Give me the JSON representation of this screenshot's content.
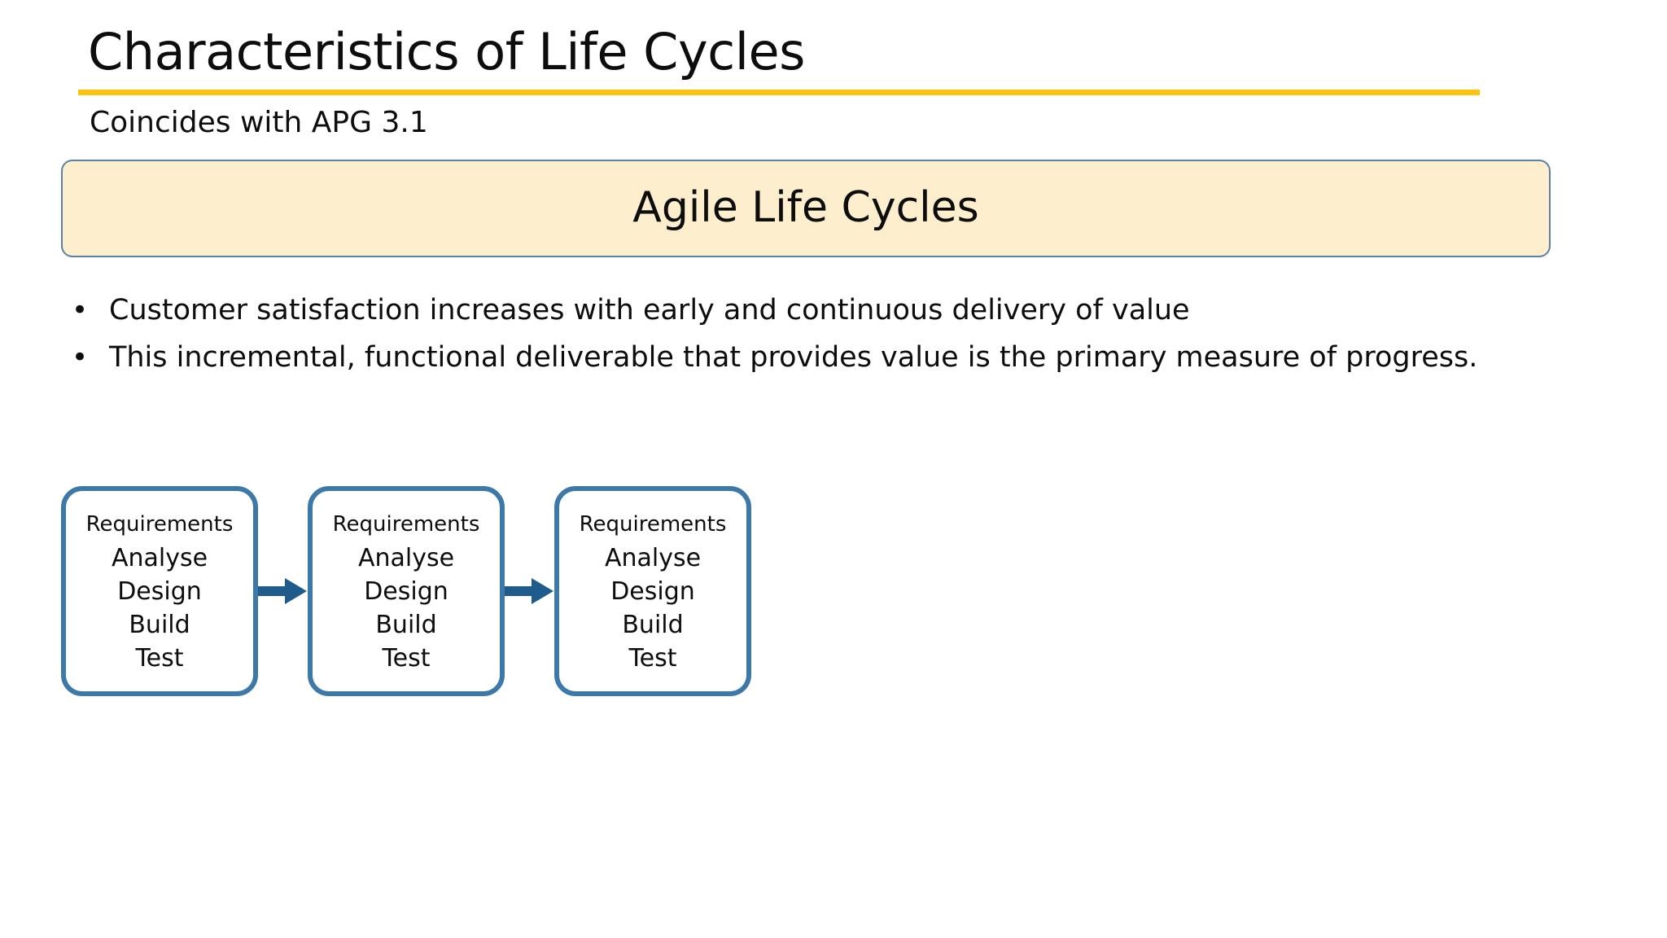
{
  "slide": {
    "title": "Characteristics of Life Cycles",
    "subtitle": "Coincides with APG 3.1",
    "banner_title": "Agile Life Cycles",
    "bullet_marker": "•",
    "bullets": [
      "Customer satisfaction increases with early and continuous delivery of value",
      "This incremental, functional deliverable that provides value is the primary measure of progress."
    ]
  },
  "diagram": {
    "boxes": [
      {
        "lines": [
          "Requirements",
          "Analyse",
          "Design",
          "Build",
          "Test"
        ]
      },
      {
        "lines": [
          "Requirements",
          "Analyse",
          "Design",
          "Build",
          "Test"
        ]
      },
      {
        "lines": [
          "Requirements",
          "Analyse",
          "Design",
          "Build",
          "Test"
        ]
      }
    ],
    "arrow_count": 2
  },
  "colors": {
    "title_rule": "#ffc20e",
    "banner_fill": "#fdefcd",
    "banner_border": "#5b7fa6",
    "box_border": "#3d79a8",
    "arrow": "#1f5c8b",
    "text": "#0d0d0d",
    "background": "#ffffff"
  }
}
